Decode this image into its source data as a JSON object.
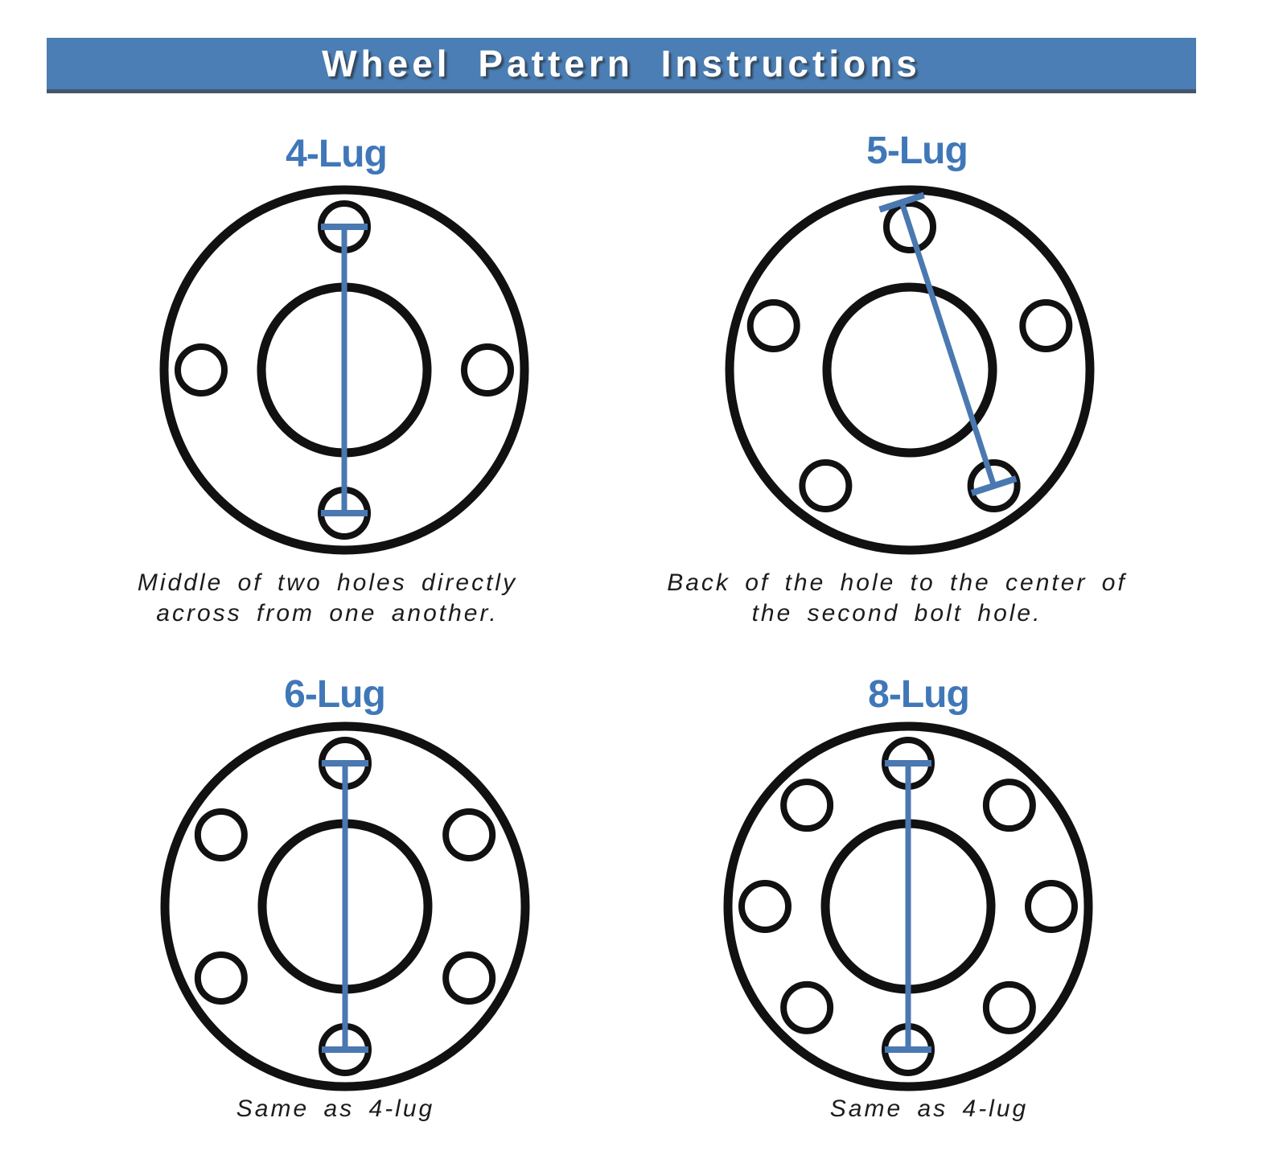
{
  "banner": {
    "title": "Wheel Pattern Instructions",
    "bg_color": "#4b7eb4",
    "text_color": "#ffffff"
  },
  "colors": {
    "title_blue": "#4077b8",
    "measure_line_blue": "#4a78b1",
    "diagram_stroke": "#111111",
    "caption_text": "#1c1c1c"
  },
  "diagrams": [
    {
      "title": "4-Lug",
      "caption": "Middle of two holes directly\nacross from one another.",
      "lug_count": 4,
      "hole_angles_deg": [
        90,
        180,
        0,
        270
      ],
      "measurement": {
        "type": "center-to-center",
        "from_hole_deg": 90,
        "to_hole_deg": 270
      }
    },
    {
      "title": "5-Lug",
      "caption": "Back of the hole to the center of\nthe second bolt hole.",
      "lug_count": 5,
      "hole_angles_deg": [
        90,
        162,
        18,
        234,
        306
      ],
      "measurement": {
        "type": "back-to-center",
        "from_hole_deg": 90,
        "to_hole_deg": 306
      }
    },
    {
      "title": "6-Lug",
      "caption": "Same as 4-lug",
      "lug_count": 6,
      "hole_angles_deg": [
        90,
        150,
        30,
        210,
        270,
        330
      ],
      "measurement": {
        "type": "center-to-center",
        "from_hole_deg": 90,
        "to_hole_deg": 270
      }
    },
    {
      "title": "8-Lug",
      "caption": "Same as 4-lug",
      "lug_count": 8,
      "hole_angles_deg": [
        90,
        135,
        180,
        225,
        270,
        315,
        0,
        45
      ],
      "measurement": {
        "type": "center-to-center",
        "from_hole_deg": 90,
        "to_hole_deg": 270
      }
    }
  ]
}
